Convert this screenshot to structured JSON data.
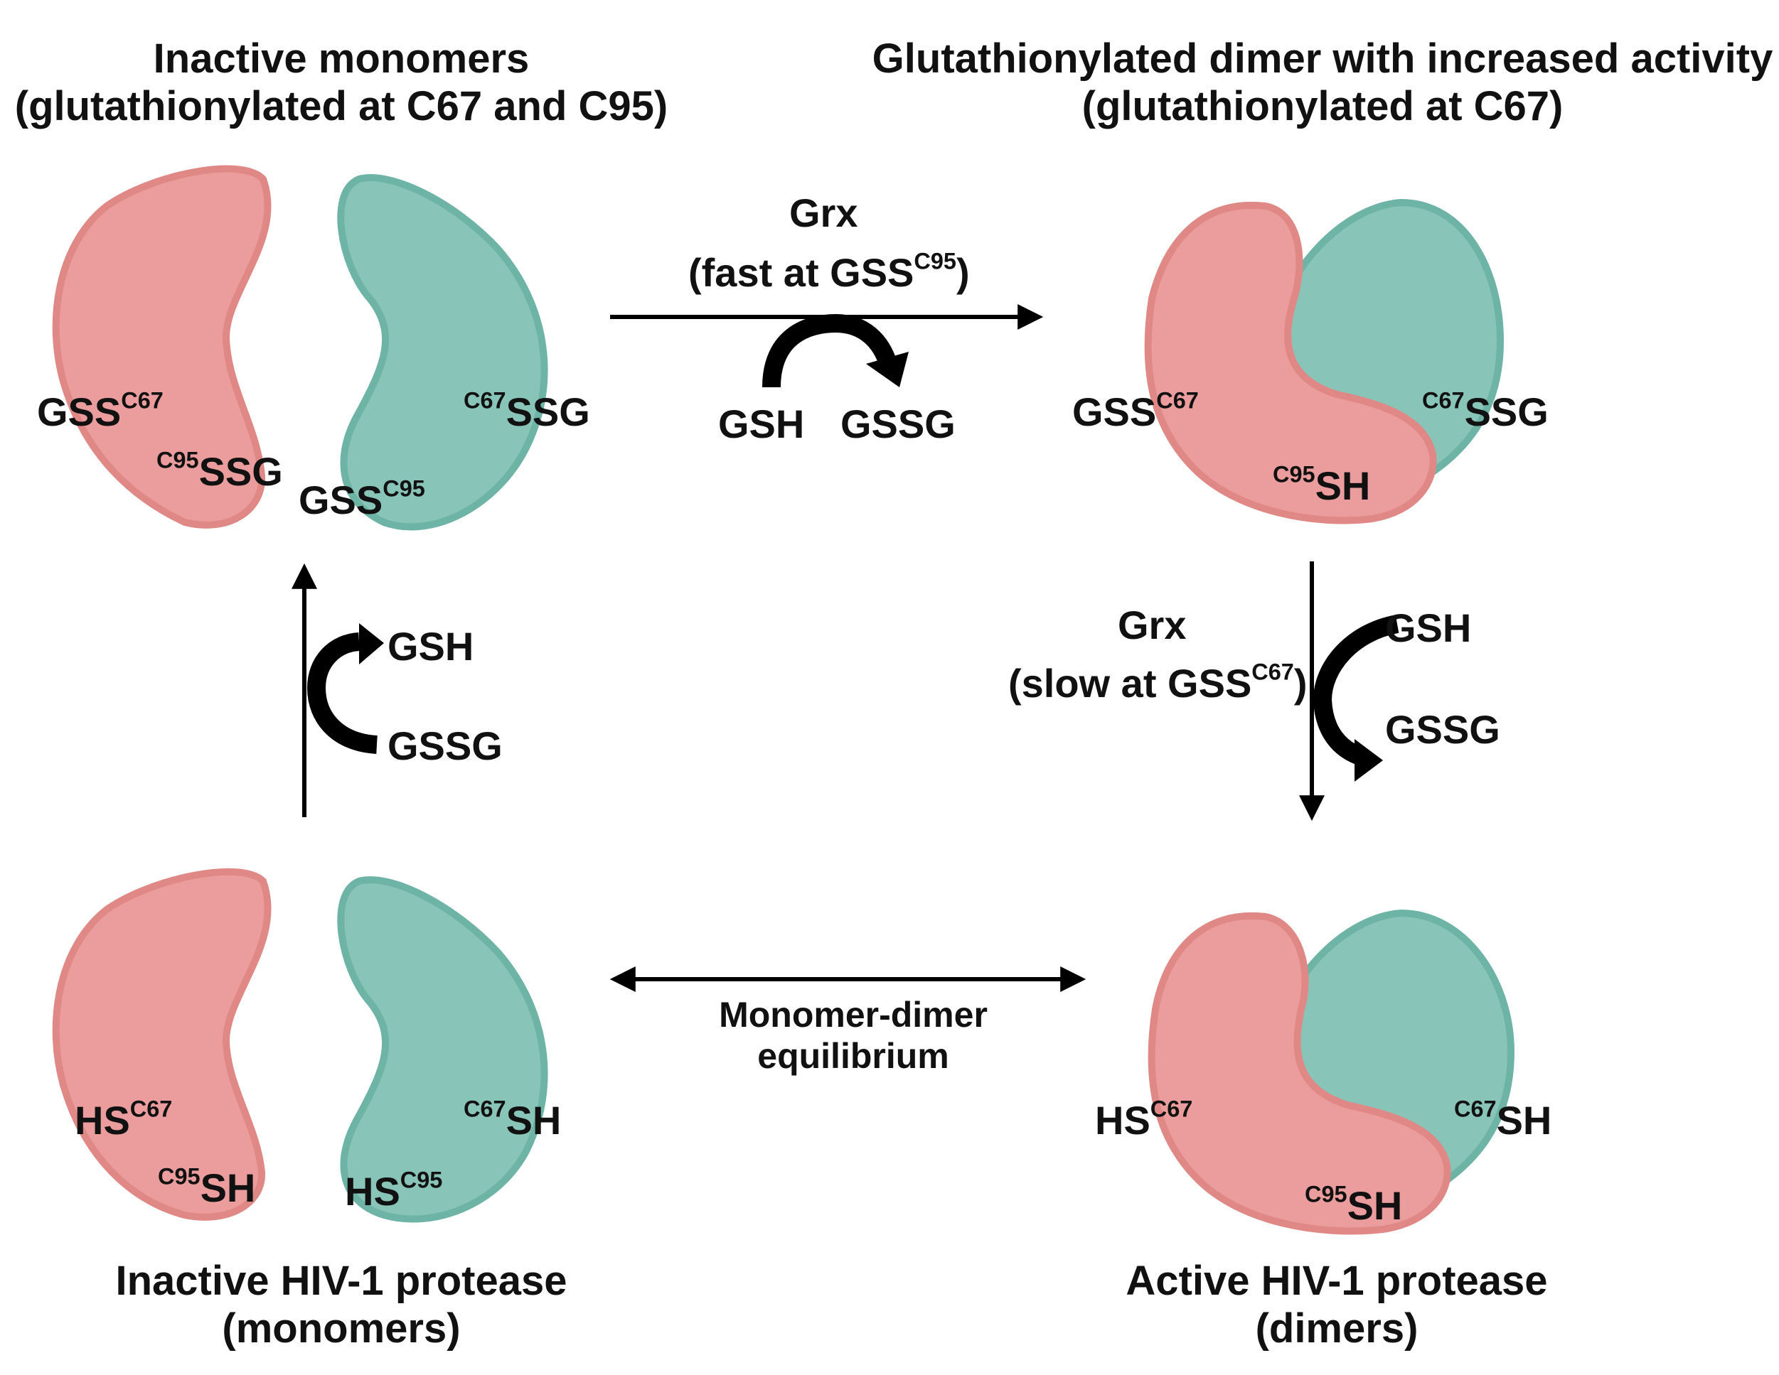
{
  "colors": {
    "subunit_a": "#ea9d9c",
    "subunit_a_edge": "#e08886",
    "subunit_b": "#88c4b8",
    "subunit_b_edge": "#6db4a6",
    "arrow": "#000000",
    "text": "#111111"
  },
  "titles": {
    "top_left": [
      "Inactive monomers",
      "(glutathionylated at C67 and C95)"
    ],
    "top_right": [
      "Glutathionylated dimer with increased activity",
      "(glutathionylated at C67)"
    ],
    "bottom_left": [
      "Inactive HIV-1 protease",
      "(monomers)"
    ],
    "bottom_right": [
      "Active HIV-1 protease",
      "(dimers)"
    ]
  },
  "residue_labels": {
    "tl_a_c67": {
      "main": "GSS",
      "sup": "C67"
    },
    "tl_a_c95": {
      "sup": "C95",
      "main": "SSG"
    },
    "tl_b_c67": {
      "sup": "C67",
      "main": "SSG"
    },
    "tl_b_c95": {
      "main": "GSS",
      "sup": "C95"
    },
    "tr_a_c67": {
      "main": "GSS",
      "sup": "C67"
    },
    "tr_b_c67": {
      "sup": "C67",
      "main": "SSG"
    },
    "tr_c95": {
      "sup": "C95",
      "main": "SH"
    },
    "bl_a_c67": {
      "main": "HS",
      "sup": "C67"
    },
    "bl_a_c95": {
      "sup": "C95",
      "main": "SH"
    },
    "bl_b_c67": {
      "sup": "C67",
      "main": "SH"
    },
    "bl_b_c95": {
      "main": "HS",
      "sup": "C95"
    },
    "br_a_c67": {
      "main": "HS",
      "sup": "C67"
    },
    "br_b_c67": {
      "sup": "C67",
      "main": "SH"
    },
    "br_c95": {
      "sup": "C95",
      "main": "SH"
    }
  },
  "reactions": {
    "top": {
      "enzyme": "Grx",
      "condition_prefix": "(fast at GSS",
      "condition_sup": "C95",
      "condition_suffix": ")",
      "substrate": "GSH",
      "product": "GSSG"
    },
    "right": {
      "enzyme": "Grx",
      "condition_prefix": "(slow at GSS",
      "condition_sup": "C67",
      "condition_suffix": ")",
      "substrate": "GSH",
      "product": "GSSG"
    },
    "left": {
      "top_label": "GSH",
      "bottom_label": "GSSG"
    },
    "bottom": {
      "line1": "Monomer-dimer",
      "line2": "equilibrium"
    }
  }
}
